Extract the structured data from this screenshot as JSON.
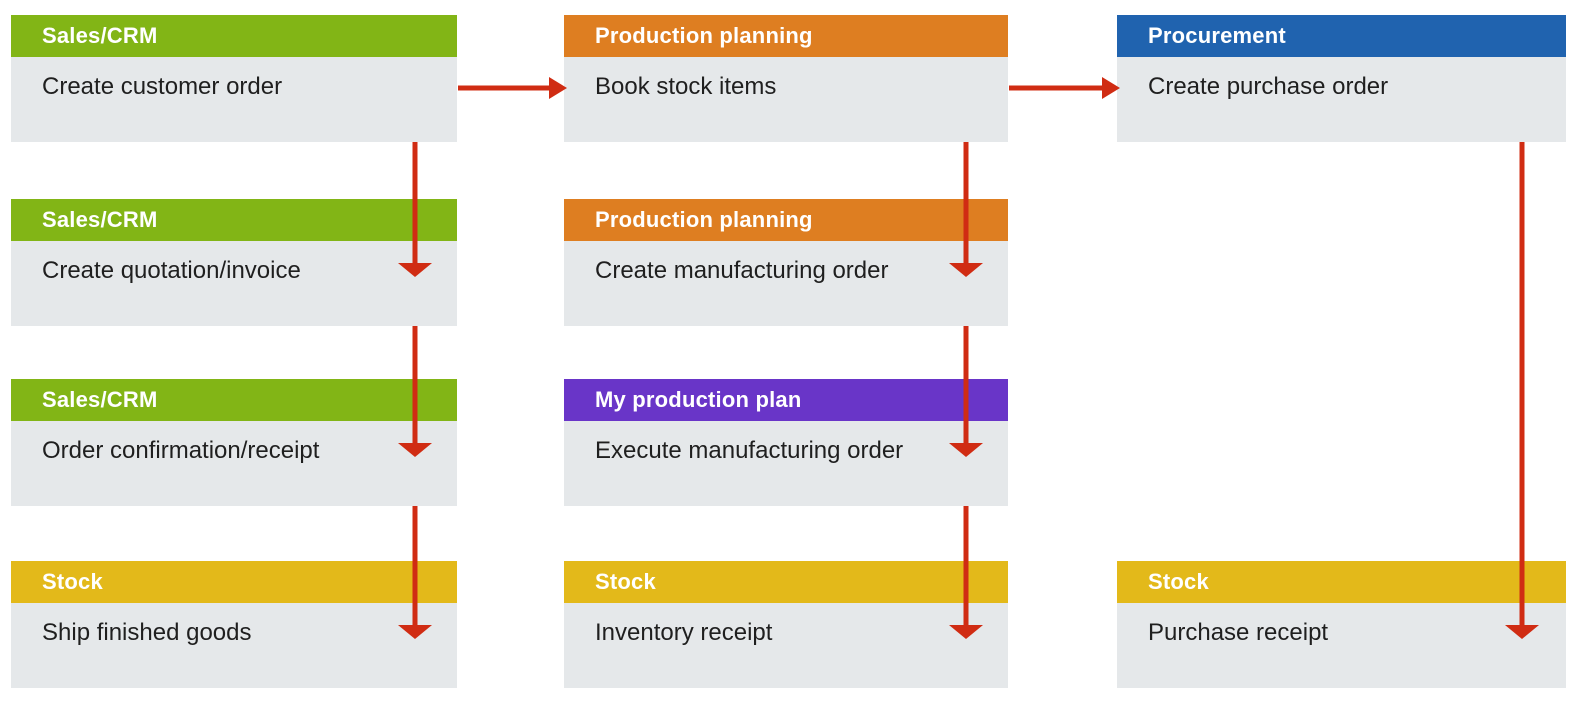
{
  "palette": {
    "green": "#82B516",
    "orange": "#DE7E21",
    "blue": "#2063AF",
    "purple": "#6935C8",
    "gold": "#E3B91A",
    "body_bg": "#E5E8EA",
    "arrow_red": "#D02C13",
    "header_text": "#FFFFFF",
    "body_text": "#1F1F1F",
    "page_bg": "#FFFFFF"
  },
  "boxes": [
    {
      "col": 0,
      "row": 0,
      "color": "green",
      "header": "Sales/CRM",
      "body": "Create customer order"
    },
    {
      "col": 0,
      "row": 1,
      "color": "green",
      "header": "Sales/CRM",
      "body": "Create quotation/invoice"
    },
    {
      "col": 0,
      "row": 2,
      "color": "green",
      "header": "Sales/CRM",
      "body": "Order confirmation/receipt"
    },
    {
      "col": 0,
      "row": 3,
      "color": "gold",
      "header": "Stock",
      "body": "Ship finished goods"
    },
    {
      "col": 1,
      "row": 0,
      "color": "orange",
      "header": "Production planning",
      "body": "Book stock items"
    },
    {
      "col": 1,
      "row": 1,
      "color": "orange",
      "header": "Production planning",
      "body": "Create manufacturing order"
    },
    {
      "col": 1,
      "row": 2,
      "color": "purple",
      "header": "My production plan",
      "body": "Execute manufacturing order"
    },
    {
      "col": 1,
      "row": 3,
      "color": "gold",
      "header": "Stock",
      "body": "Inventory receipt"
    },
    {
      "col": 2,
      "row": 0,
      "color": "blue",
      "header": "Procurement",
      "body": "Create purchase order"
    },
    {
      "col": 2,
      "row": 3,
      "color": "gold",
      "header": "Stock",
      "body": "Purchase receipt"
    }
  ],
  "edges": [
    {
      "from": [
        0,
        0
      ],
      "to": [
        1,
        0
      ],
      "dir": "right"
    },
    {
      "from": [
        1,
        0
      ],
      "to": [
        2,
        0
      ],
      "dir": "right"
    },
    {
      "from": [
        0,
        0
      ],
      "to": [
        0,
        1
      ],
      "dir": "down"
    },
    {
      "from": [
        0,
        1
      ],
      "to": [
        0,
        2
      ],
      "dir": "down"
    },
    {
      "from": [
        0,
        2
      ],
      "to": [
        0,
        3
      ],
      "dir": "down"
    },
    {
      "from": [
        1,
        0
      ],
      "to": [
        1,
        1
      ],
      "dir": "down"
    },
    {
      "from": [
        1,
        1
      ],
      "to": [
        1,
        2
      ],
      "dir": "down"
    },
    {
      "from": [
        1,
        2
      ],
      "to": [
        1,
        3
      ],
      "dir": "down"
    },
    {
      "from": [
        2,
        0
      ],
      "to": [
        2,
        3
      ],
      "dir": "down"
    }
  ]
}
